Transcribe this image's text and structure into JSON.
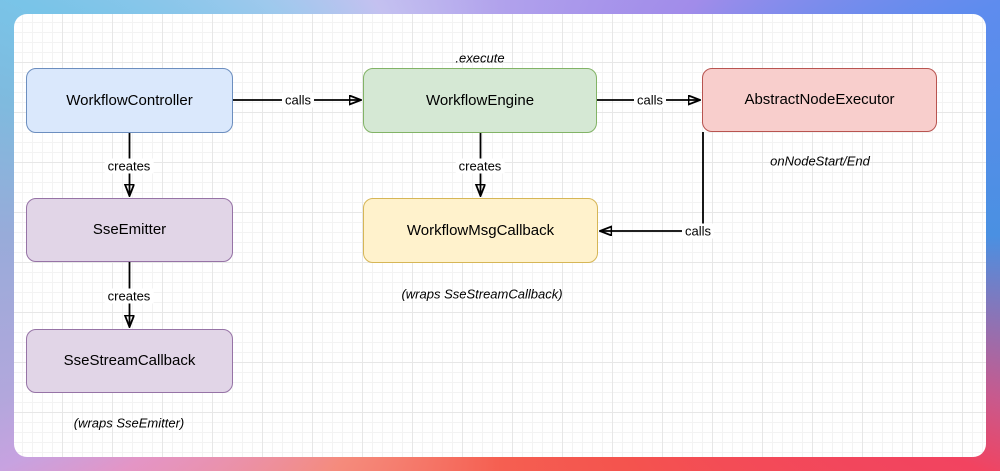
{
  "diagram": {
    "nodes": [
      {
        "id": "workflow-controller",
        "label": "WorkflowController",
        "fill": "#dae8fc",
        "stroke": "#6c8ebf"
      },
      {
        "id": "workflow-engine",
        "label": "WorkflowEngine",
        "fill": "#d5e8d4",
        "stroke": "#82b366"
      },
      {
        "id": "abstract-node-executor",
        "label": "AbstractNodeExecutor",
        "fill": "#f8cecc",
        "stroke": "#b85450"
      },
      {
        "id": "sse-emitter",
        "label": "SseEmitter",
        "fill": "#e1d5e7",
        "stroke": "#9673a6"
      },
      {
        "id": "workflow-msg-callback",
        "label": "WorkflowMsgCallback",
        "fill": "#fff2cc",
        "stroke": "#d6b656"
      },
      {
        "id": "sse-stream-callback",
        "label": "SseStreamCallback",
        "fill": "#e1d5e7",
        "stroke": "#9673a6"
      }
    ],
    "edges": [
      {
        "from": "WorkflowController",
        "to": "WorkflowEngine",
        "label": "calls"
      },
      {
        "from": "WorkflowEngine",
        "to": "AbstractNodeExecutor",
        "label": "calls"
      },
      {
        "from": "WorkflowController",
        "to": "SseEmitter",
        "label": "creates"
      },
      {
        "from": "WorkflowEngine",
        "to": "WorkflowMsgCallback",
        "label": "creates"
      },
      {
        "from": "SseEmitter",
        "to": "SseStreamCallback",
        "label": "creates"
      },
      {
        "from": "AbstractNodeExecutor",
        "to": "WorkflowMsgCallback",
        "label": "calls"
      }
    ],
    "annotations": [
      {
        "text": ".execute"
      },
      {
        "text": "onNodeStart/End"
      },
      {
        "text": "(wraps SseStreamCallback)"
      },
      {
        "text": "(wraps SseEmitter)"
      }
    ],
    "canvas": {
      "background": "#ffffff",
      "grid_minor_color": "#f3f3f3",
      "grid_major_color": "#e7e7e7",
      "line_color": "#000000"
    },
    "frame_gradient_colors": [
      "#79c4e8",
      "#c4c1f0",
      "#a18cea",
      "#5e8cee",
      "#4a90e2",
      "#f24360",
      "#f55f51",
      "#f58b7c",
      "#c7a2e0",
      "#98abd9"
    ]
  }
}
